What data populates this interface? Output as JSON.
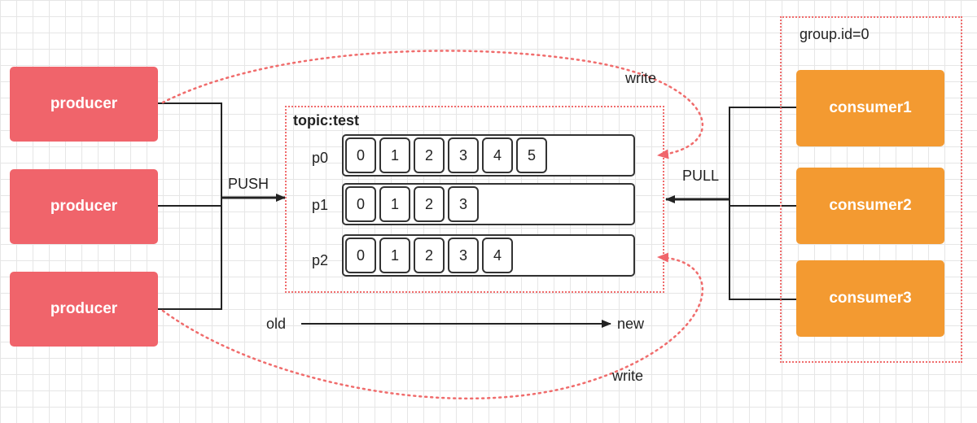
{
  "producers": [
    {
      "label": "producer"
    },
    {
      "label": "producer"
    },
    {
      "label": "producer"
    }
  ],
  "consumers": [
    {
      "label": "consumer1"
    },
    {
      "label": "consumer2"
    },
    {
      "label": "consumer3"
    }
  ],
  "group": {
    "label": "group.id=0"
  },
  "topic": {
    "label": "topic:test",
    "partitions": [
      {
        "label": "p0",
        "offsets": [
          "0",
          "1",
          "2",
          "3",
          "4",
          "5"
        ]
      },
      {
        "label": "p1",
        "offsets": [
          "0",
          "1",
          "2",
          "3"
        ]
      },
      {
        "label": "p2",
        "offsets": [
          "0",
          "1",
          "2",
          "3",
          "4"
        ]
      }
    ]
  },
  "edges": {
    "push": "PUSH",
    "pull": "PULL",
    "write_top": "write",
    "write_bottom": "write",
    "old": "old",
    "new": "new"
  },
  "colors": {
    "producer": "#f0646b",
    "consumer": "#f39a31",
    "dotted": "#f06c6c",
    "line": "#333333"
  }
}
